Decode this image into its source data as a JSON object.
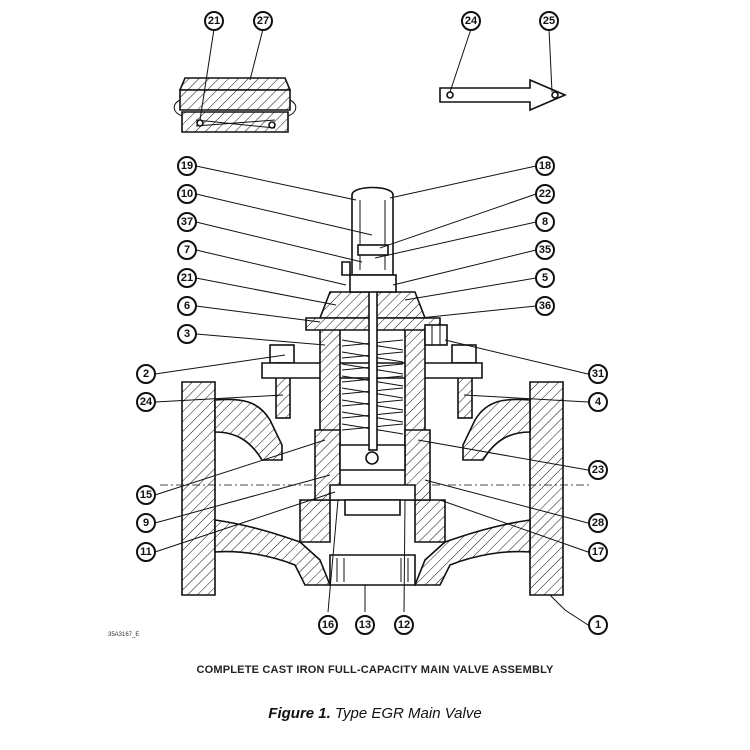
{
  "figure": {
    "drawing_number": "35A3167_E",
    "assembly_title": "COMPLETE CAST IRON FULL-CAPACITY MAIN VALVE ASSEMBLY",
    "caption_number": "Figure 1.",
    "caption_text": " Type EGR Main Valve"
  },
  "callouts": [
    {
      "id": "c21-top",
      "label": "21"
    },
    {
      "id": "c27",
      "label": "27"
    },
    {
      "id": "c24-top",
      "label": "24"
    },
    {
      "id": "c25",
      "label": "25"
    },
    {
      "id": "c19",
      "label": "19"
    },
    {
      "id": "c10",
      "label": "10"
    },
    {
      "id": "c37",
      "label": "37"
    },
    {
      "id": "c7",
      "label": "7"
    },
    {
      "id": "c21",
      "label": "21"
    },
    {
      "id": "c6",
      "label": "6"
    },
    {
      "id": "c3",
      "label": "3"
    },
    {
      "id": "c2",
      "label": "2"
    },
    {
      "id": "c24",
      "label": "24"
    },
    {
      "id": "c15",
      "label": "15"
    },
    {
      "id": "c9",
      "label": "9"
    },
    {
      "id": "c11",
      "label": "11"
    },
    {
      "id": "c18",
      "label": "18"
    },
    {
      "id": "c22",
      "label": "22"
    },
    {
      "id": "c8",
      "label": "8"
    },
    {
      "id": "c35",
      "label": "35"
    },
    {
      "id": "c5",
      "label": "5"
    },
    {
      "id": "c36",
      "label": "36"
    },
    {
      "id": "c31",
      "label": "31"
    },
    {
      "id": "c4",
      "label": "4"
    },
    {
      "id": "c23",
      "label": "23"
    },
    {
      "id": "c28",
      "label": "28"
    },
    {
      "id": "c17",
      "label": "17"
    },
    {
      "id": "c1",
      "label": "1"
    },
    {
      "id": "c16",
      "label": "16"
    },
    {
      "id": "c13",
      "label": "13"
    },
    {
      "id": "c12",
      "label": "12"
    }
  ]
}
